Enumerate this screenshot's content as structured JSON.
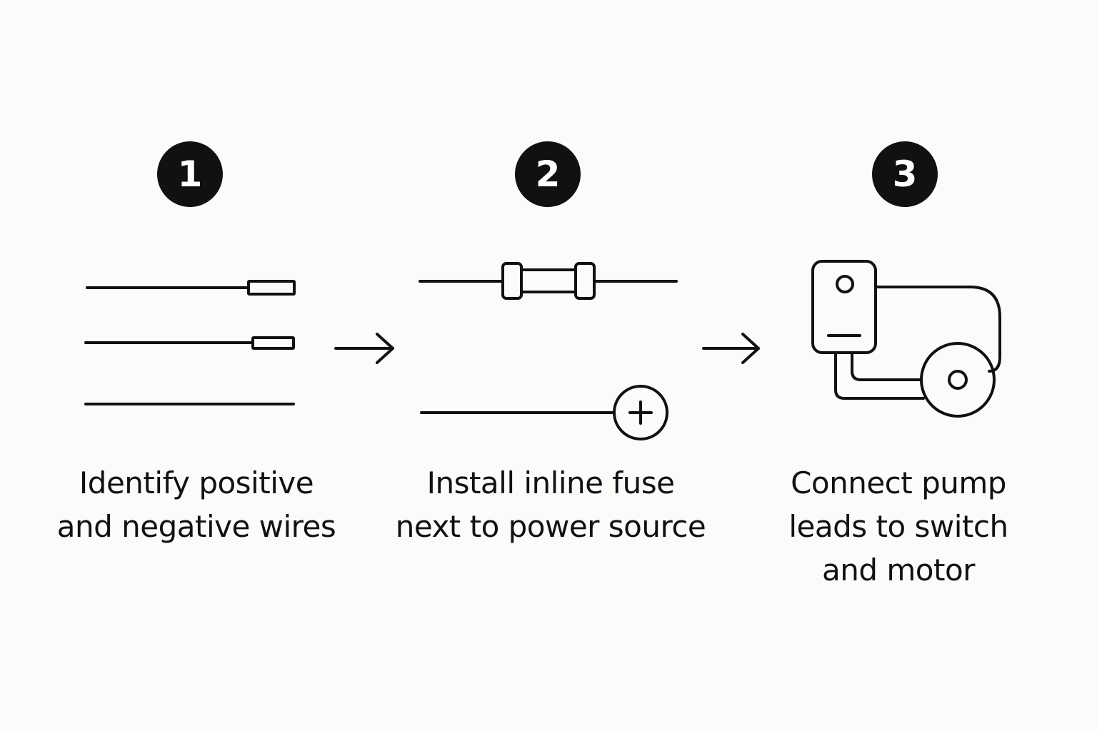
{
  "steps": [
    {
      "number": "1",
      "lines": [
        "Identify positive",
        "and negative wires"
      ]
    },
    {
      "number": "2",
      "lines": [
        "Install inline fuse",
        "next to power source"
      ]
    },
    {
      "number": "3",
      "lines": [
        "Connect pump",
        "leads to switch",
        "and motor"
      ]
    }
  ],
  "icons": {
    "step1": "wires-icon",
    "step2": [
      "inline-fuse-icon",
      "positive-terminal-icon"
    ],
    "step3": "pump-motor-icon",
    "arrows": "arrow-right-icon"
  },
  "colors": {
    "background": "#fbfbf9",
    "ink": "#111111"
  }
}
